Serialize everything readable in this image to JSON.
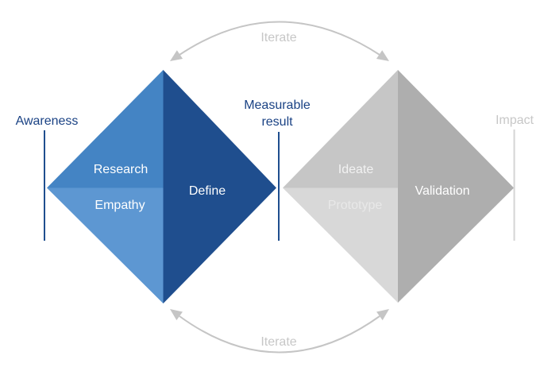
{
  "left_diamond": {
    "research_label": "Research",
    "empathy_label": "Empathy",
    "define_label": "Define"
  },
  "right_diamond": {
    "ideate_label": "Ideate",
    "prototype_label": "Prototype",
    "validation_label": "Validation"
  },
  "milestones": {
    "awareness": "Awareness",
    "measurable_line1": "Measurable",
    "measurable_line2": "result",
    "impact": "Impact"
  },
  "iterate": {
    "top_label": "Iterate",
    "bottom_label": "Iterate"
  },
  "colors": {
    "research_fill": "#4484c4",
    "empathy_fill": "#5d97d2",
    "define_fill": "#1f4e8e",
    "ideate_fill": "#c6c6c6",
    "prototype_fill": "#d8d8d8",
    "validation_fill": "#aeaeae",
    "navy_text": "#1a4284",
    "navy_line": "#1f4e8e",
    "gray_text": "#c7c7c7",
    "gray_line": "#d4d4d4",
    "arrow": "#c5c5c5",
    "white_text": "#ffffff",
    "ideate_text": "#f2f2f2",
    "prototype_text": "#e8e8e8"
  }
}
